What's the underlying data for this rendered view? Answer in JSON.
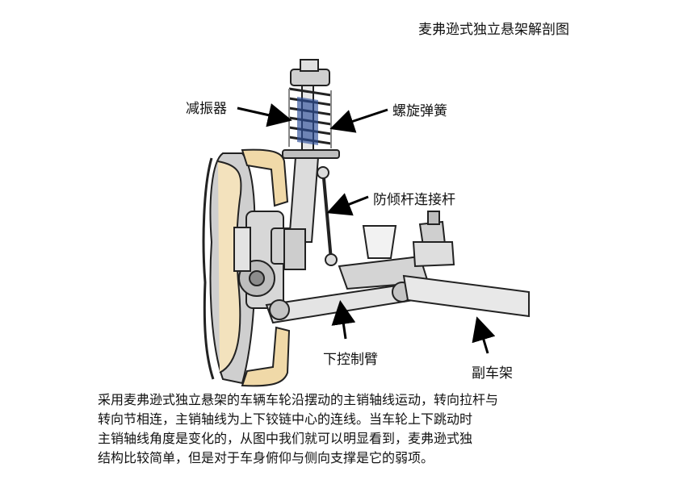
{
  "title": "麦弗逊式独立悬架解剖图",
  "labels": {
    "damper": "减振器",
    "spring": "螺旋弹簧",
    "stabilizer_link": "防倾杆连接杆",
    "lower_arm": "下控制臂",
    "subframe": "副车架"
  },
  "caption": [
    "采用麦弗逊式独立悬架的车辆车轮沿摆动的主销轴线运动，转向拉杆与",
    "转向节相连，主销轴线为上下铰链中心的连线。当车轮上下跳动时",
    "主销轴线角度是变化的，从图中我们就可以明显看到，麦弗逊式独",
    "结构比较简单，但是对于车身俯仰与侧向支撑是它的弱项。"
  ]
}
